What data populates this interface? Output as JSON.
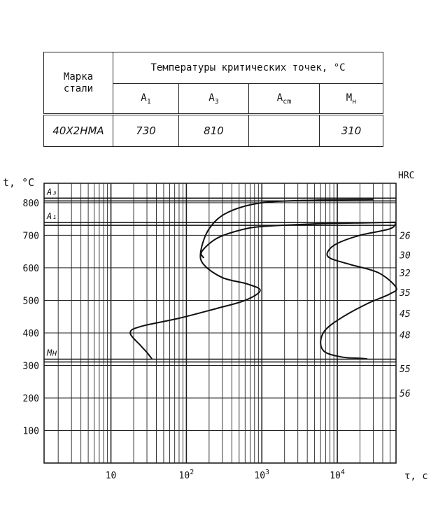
{
  "table": {
    "grade_header": "Марка\nстали",
    "title": "Температуры критических точек, °C",
    "columns": [
      {
        "main": "A",
        "sub": "1"
      },
      {
        "main": "A",
        "sub": "3"
      },
      {
        "main": "A",
        "sub": "cm"
      },
      {
        "main": "M",
        "sub": "н"
      }
    ],
    "rows": [
      {
        "grade": "40Х2НМА",
        "values": [
          "730",
          "810",
          "",
          "310"
        ]
      }
    ]
  },
  "chart_data": {
    "type": "line",
    "ylabel": "t, °C",
    "xlabel": "τ, с",
    "right_axis_label": "HRC",
    "x_scale": "log",
    "xlim": [
      1.3,
      60000
    ],
    "ylim": [
      0,
      860
    ],
    "y_ticks": [
      100,
      200,
      300,
      400,
      500,
      600,
      700,
      800
    ],
    "y_tick_labels": [
      "100",
      "200",
      "300",
      "400",
      "500",
      "600",
      "700",
      "800"
    ],
    "x_ticks": [
      10,
      100,
      1000,
      10000
    ],
    "x_tick_labels": [
      {
        "base": "10",
        "exp": ""
      },
      {
        "base": "10",
        "exp": "2"
      },
      {
        "base": "10",
        "exp": "3"
      },
      {
        "base": "10",
        "exp": "4"
      }
    ],
    "grid": true,
    "critical_lines": [
      {
        "label": "A₃",
        "value": 810
      },
      {
        "label": "A₁",
        "value": 735
      },
      {
        "label": "Mн",
        "value": 315
      }
    ],
    "hrc_labels": [
      {
        "t": 700,
        "label": "26"
      },
      {
        "t": 640,
        "label": "30"
      },
      {
        "t": 585,
        "label": "32"
      },
      {
        "t": 525,
        "label": "35"
      },
      {
        "t": 460,
        "label": "45"
      },
      {
        "t": 395,
        "label": "48"
      },
      {
        "t": 290,
        "label": "55"
      },
      {
        "t": 215,
        "label": "56"
      }
    ],
    "series": [
      {
        "points": [
          [
            30000,
            810
          ],
          [
            5000,
            808
          ],
          [
            1000,
            800
          ],
          [
            350,
            770
          ],
          [
            200,
            720
          ],
          [
            155,
            650
          ],
          [
            170,
            610
          ],
          [
            300,
            570
          ],
          [
            650,
            550
          ],
          [
            950,
            530
          ],
          [
            600,
            500
          ],
          [
            250,
            475
          ],
          [
            80,
            445
          ],
          [
            25,
            420
          ],
          [
            18,
            400
          ],
          [
            25,
            360
          ],
          [
            30,
            340
          ],
          [
            35,
            320
          ]
        ]
      },
      {
        "points": [
          [
            60000,
            740
          ],
          [
            20000,
            738
          ],
          [
            5000,
            735
          ],
          [
            1000,
            727
          ],
          [
            500,
            715
          ],
          [
            250,
            690
          ],
          [
            160,
            650
          ],
          [
            170,
            630
          ]
        ]
      },
      {
        "points": [
          [
            60000,
            740
          ],
          [
            50000,
            720
          ],
          [
            20000,
            700
          ],
          [
            10000,
            675
          ],
          [
            7500,
            650
          ],
          [
            8000,
            630
          ],
          [
            15000,
            610
          ],
          [
            35000,
            585
          ],
          [
            60000,
            540
          ],
          [
            50000,
            520
          ],
          [
            25000,
            490
          ],
          [
            12000,
            450
          ],
          [
            7000,
            410
          ],
          [
            6000,
            370
          ],
          [
            7000,
            340
          ],
          [
            12000,
            325
          ],
          [
            20000,
            322
          ],
          [
            25000,
            320
          ]
        ]
      }
    ]
  }
}
